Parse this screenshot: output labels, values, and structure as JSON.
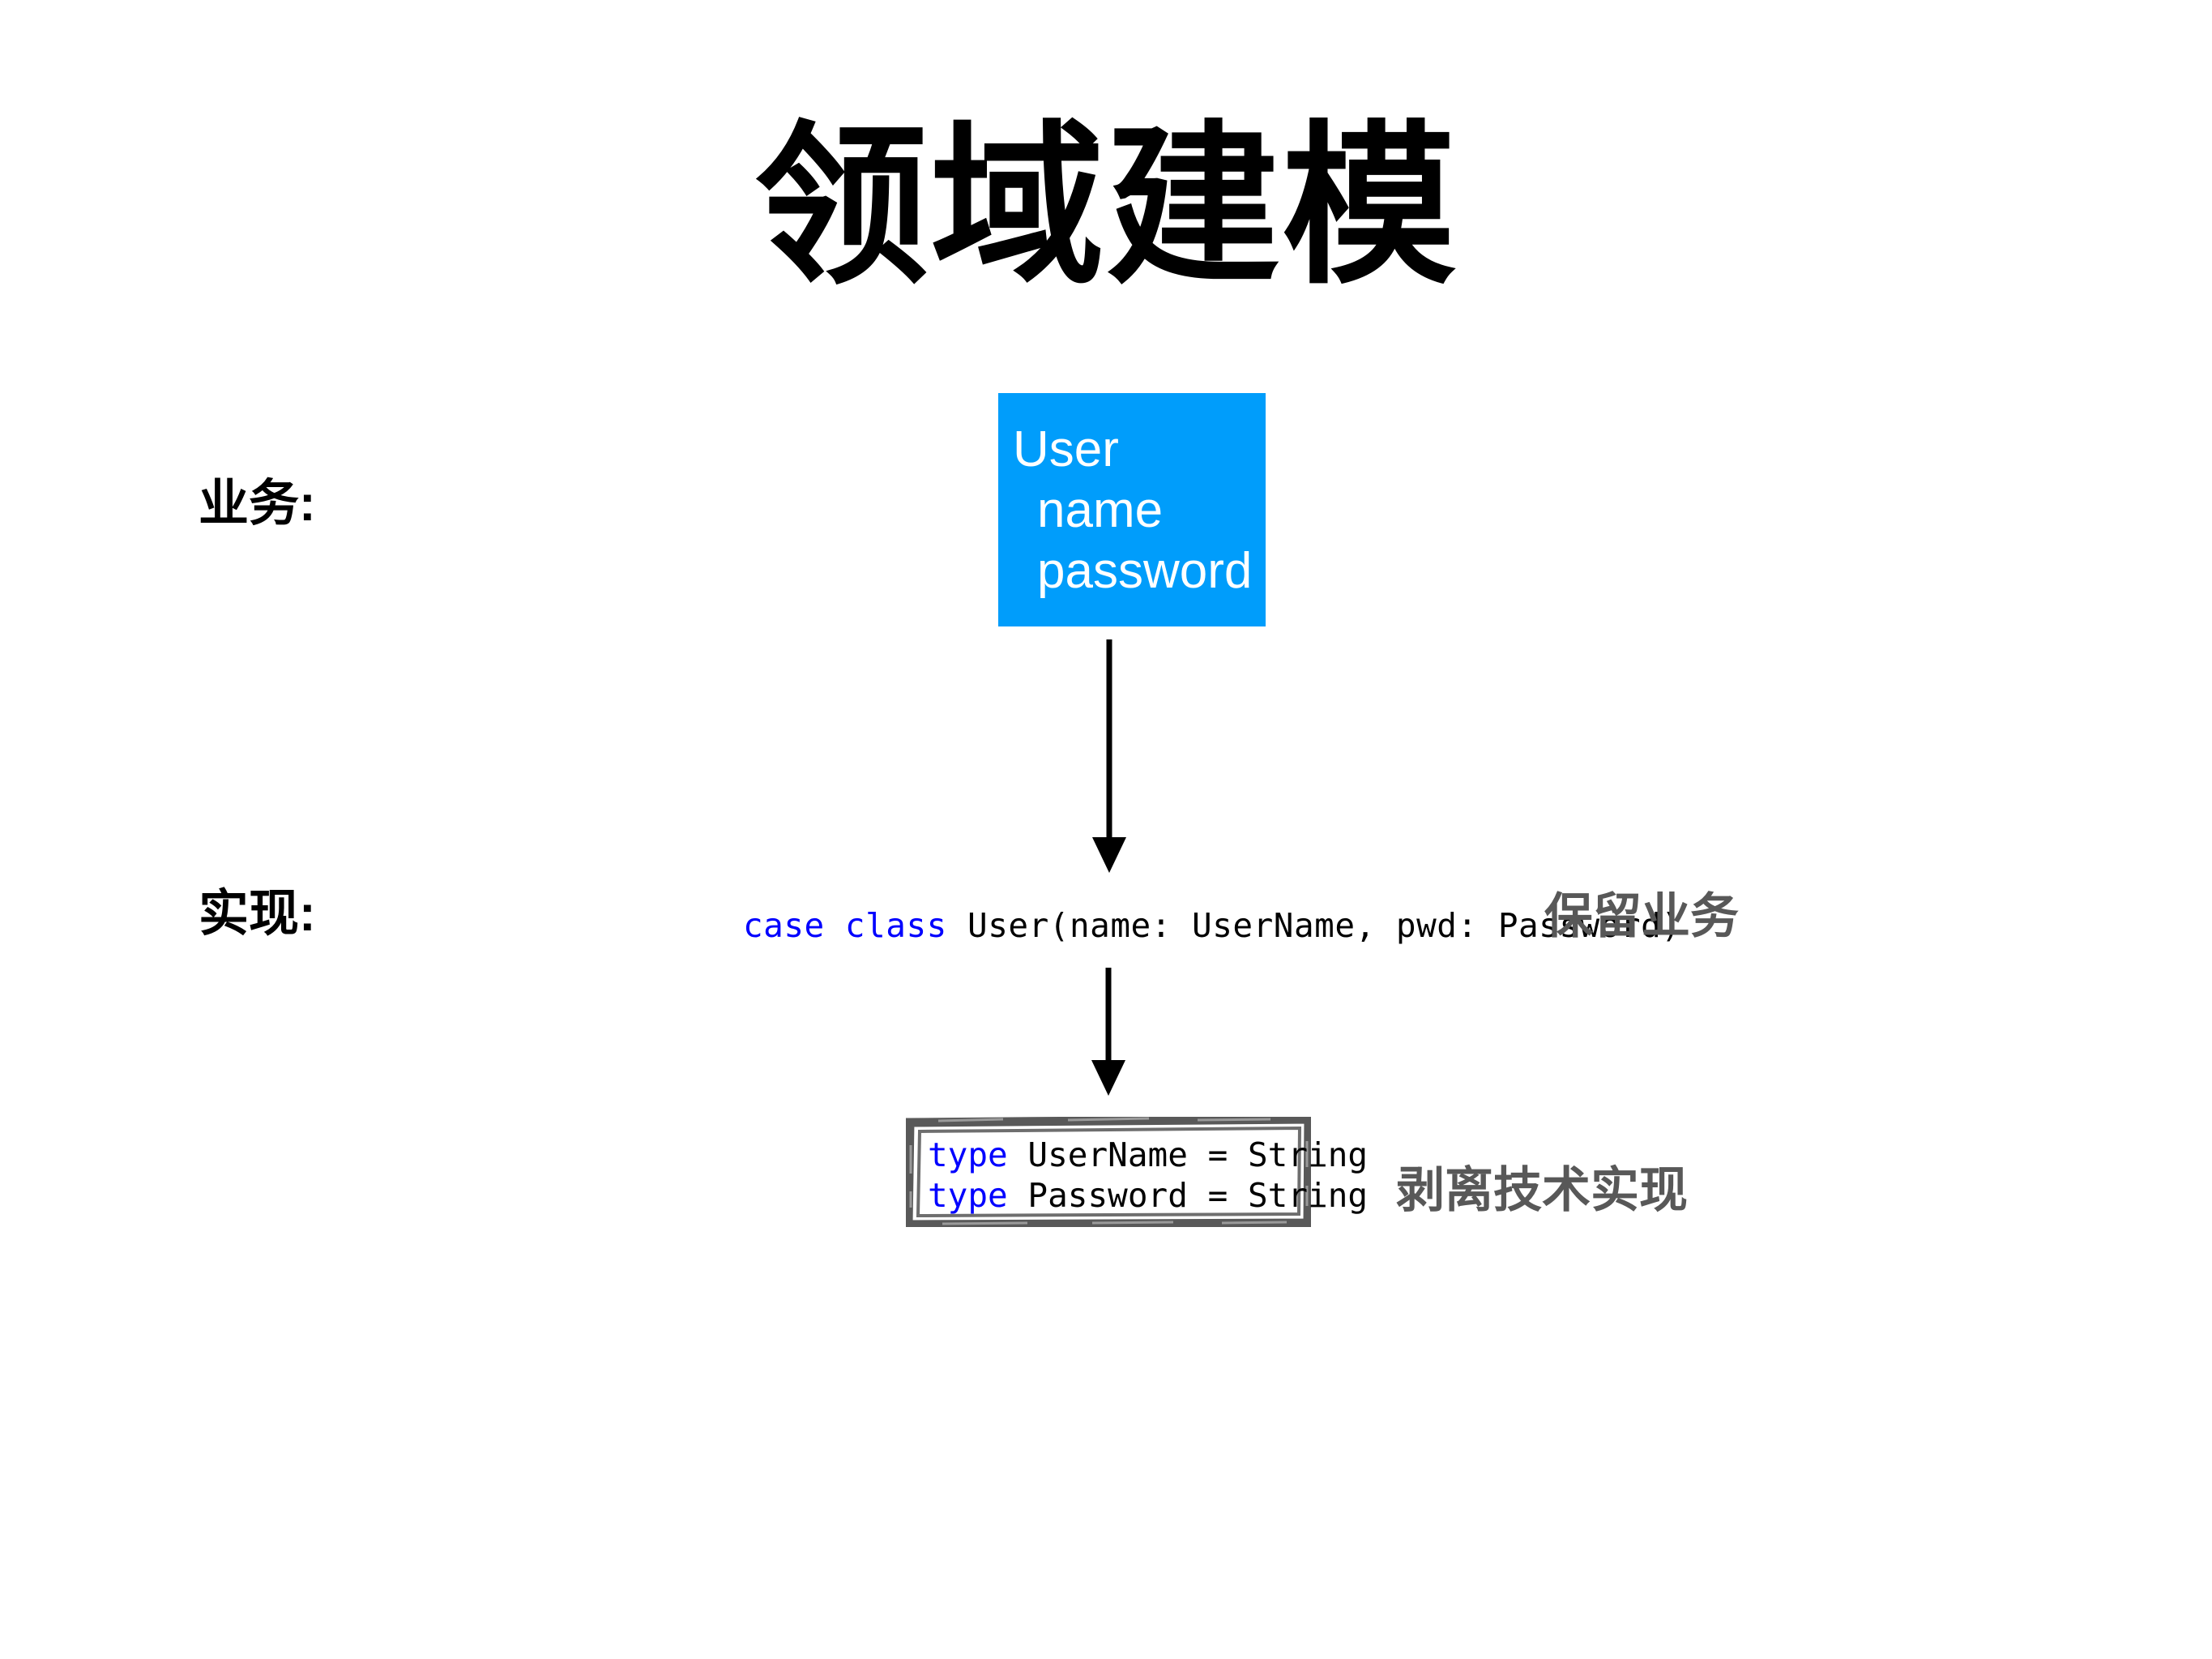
{
  "slide": {
    "title": "领域建模",
    "background_color": "#ffffff"
  },
  "rows": [
    {
      "key": "business",
      "label": "业务:"
    },
    {
      "key": "implement",
      "label": "实现:"
    }
  ],
  "domain_box": {
    "fill_color": "#009dfb",
    "text_color": "#ffffff",
    "lines": [
      {
        "text": "User",
        "indent": 0
      },
      {
        "text": "name",
        "indent": 1
      },
      {
        "text": "password",
        "indent": 1
      }
    ]
  },
  "arrows": [
    {
      "name": "arrow-domain-to-code",
      "direction": "down",
      "color": "#000000"
    },
    {
      "name": "arrow-code-to-types",
      "direction": "down",
      "color": "#000000"
    }
  ],
  "code_line": {
    "keyword": "case class",
    "rest": " User(name: UserName, pwd: Password)",
    "keyword_color": "#0000ff",
    "text_color": "#000000"
  },
  "type_block": {
    "border_style": "sketchy",
    "border_color": "#595959",
    "rows": [
      {
        "keyword": "type",
        "rest": " UserName = String"
      },
      {
        "keyword": "type",
        "rest": " Password = String"
      }
    ]
  },
  "annotations": [
    {
      "key": "keep-business",
      "text": "保留业务",
      "color": "#585858"
    },
    {
      "key": "strip-tech",
      "text": "剥离技术实现",
      "color": "#585858"
    }
  ]
}
